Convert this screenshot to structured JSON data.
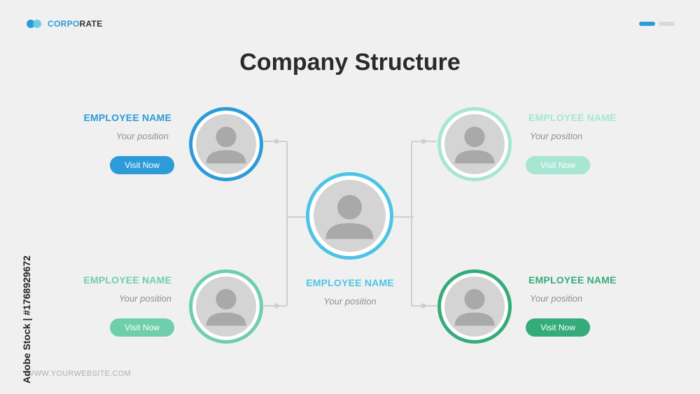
{
  "brand": {
    "name_part1": "CORPO",
    "name_part2": "RATE"
  },
  "title": "Company Structure",
  "footer": "WWW.YOURWEBSITE.COM",
  "stock_credit": "Adobe Stock | #1768929672",
  "colors": {
    "blue": "#2d9bd8",
    "cyan": "#4ec3e6",
    "mint": "#a6e6d3",
    "light_green": "#6fceac",
    "green": "#34ac7a"
  },
  "center": {
    "name": "EMPLOYEE NAME",
    "position": "Your position",
    "icon": "person-icon"
  },
  "employees": [
    {
      "name": "EMPLOYEE NAME",
      "position": "Your position",
      "button": "Visit Now",
      "icon": "person-icon"
    },
    {
      "name": "EMPLOYEE NAME",
      "position": "Your position",
      "button": "Visit Now",
      "icon": "person-icon"
    },
    {
      "name": "EMPLOYEE NAME",
      "position": "Your position",
      "button": "Visit Now",
      "icon": "person-icon"
    },
    {
      "name": "EMPLOYEE NAME",
      "position": "Your position",
      "button": "Visit Now",
      "icon": "person-icon"
    }
  ]
}
